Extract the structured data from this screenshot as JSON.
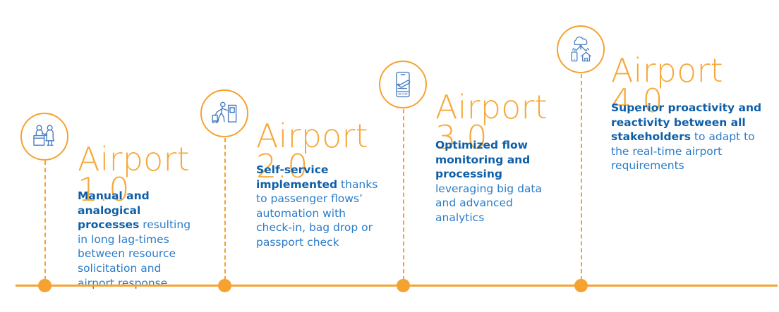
{
  "infographic": {
    "title_prefix": "Airport",
    "accent_color": "#f5a231",
    "title_color": "#f6a93b",
    "body_color": "#2b7cc9",
    "bold_color": "#0e5fa8",
    "milestones": [
      {
        "id": "airport-1-0",
        "version": "1.0",
        "title": "Airport",
        "icon": "agent-desk-passenger-icon",
        "bold_text": "Manual and analogical processes",
        "rest_text": " resulting in long lag-times between resource solicitation and airport response"
      },
      {
        "id": "airport-2-0",
        "version": "2.0",
        "title": "Airport",
        "icon": "passenger-luggage-kiosk-icon",
        "bold_text": "Self-service implemented",
        "rest_text": " thanks to passenger flows’ automation with check-in, bag drop or passport check"
      },
      {
        "id": "airport-3-0",
        "version": "3.0",
        "title": "Airport",
        "icon": "smartphone-airplane-icon",
        "bold_text": "Optimized flow monitoring and processing",
        "rest_text": " leveraging big data and advanced analytics"
      },
      {
        "id": "airport-4-0",
        "version": "4.0",
        "title": "Airport",
        "icon": "cloud-iot-phone-house-icon",
        "bold_text": "Superior proactivity and reactivity between all stakeholders",
        "rest_text": " to adapt to the real-time airport requirements"
      }
    ]
  }
}
